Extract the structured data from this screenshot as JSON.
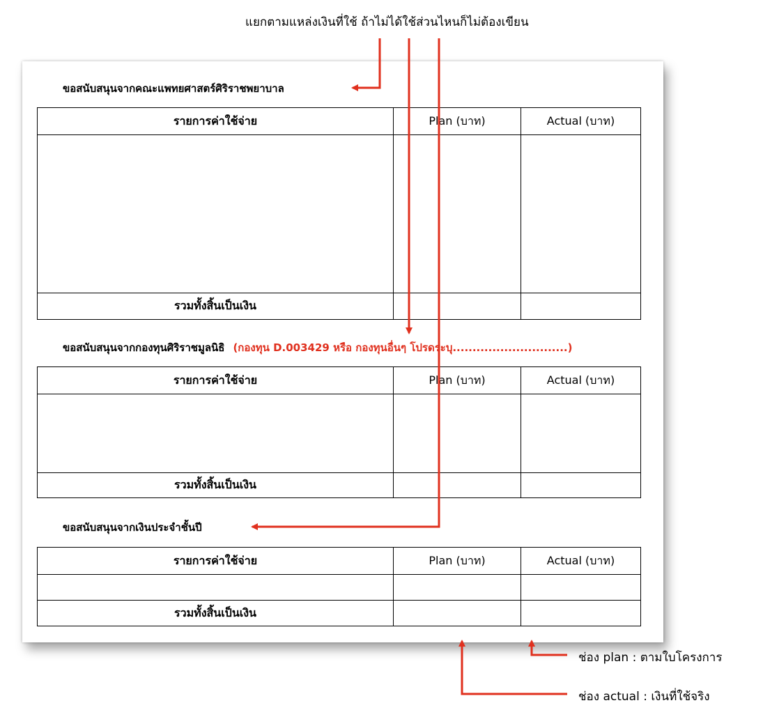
{
  "annotation_top": "แยกตามแหล่งเงินที่ใช้  ถ้าไม่ได้ใช้ส่วนไหนก็ไม่ต้องเขียน",
  "sections": [
    {
      "title": "ขอสนับสนุนจากคณะแพทยศาสตร์ศิริราชพยาบาล",
      "note": "",
      "header_item": "รายการค่าใช้จ่าย",
      "header_plan": "Plan (บาท)",
      "header_actual": "Actual (บาท)",
      "total_label": "รวมทั้งสิ้นเป็นเงิน"
    },
    {
      "title": "ขอสนับสนุนจากกองทุนศิริราชมูลนิธิ",
      "note": "(กองทุน D.003429 หรือ กองทุนอื่นๆ โปรดระบุ.............................)",
      "header_item": "รายการค่าใช้จ่าย",
      "header_plan": "Plan (บาท)",
      "header_actual": "Actual (บาท)",
      "total_label": "รวมทั้งสิ้นเป็นเงิน"
    },
    {
      "title": "ขอสนับสนุนจากเงินประจำชั้นปี",
      "note": "",
      "header_item": "รายการค่าใช้จ่าย",
      "header_plan": "Plan (บาท)",
      "header_actual": "Actual (บาท)",
      "total_label": "รวมทั้งสิ้นเป็นเงิน"
    }
  ],
  "annotation_plan": "ช่อง plan : ตามใบโครงการ",
  "annotation_actual": "ช่อง actual : เงินที่ใช้จริง",
  "colors": {
    "arrow": "#e0301e",
    "note_text": "#e0301e"
  }
}
